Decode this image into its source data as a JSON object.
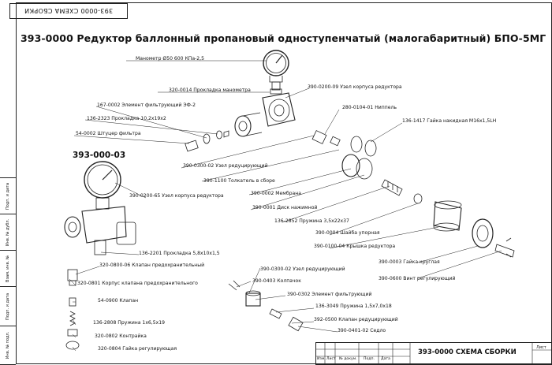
{
  "stamp_top": "393-0000 СХЕМА СБОРКИ",
  "title": "393-0000 Редуктор баллонный пропановый одноступенчатый (малогабаритный) БПО-5МГ",
  "subtitle": "393-000-03",
  "labels": [
    "Манометр Ø50 600 КПа-2,5",
    "320-0014 Прокладка манометра",
    "390-0200-09 Узел корпуса редуктора",
    "167-0002 Элемент фильтрующий ЭФ-2",
    "280-0104-01 Ниппель",
    "136-2323 Прокладка 10,2х19х2",
    "136-1417 Гайка накидная М16х1,5LH",
    "54-0002 Штуцер фильтра",
    "390-0300-02 Узел редуцирующий",
    "390-1100 Толкатель в сборе",
    "390-0200-65 Узел корпуса редуктора",
    "390-0002 Мембрана",
    "390-0001 Диск нажимной",
    "136-2852 Пружина 3,5х22х37",
    "390-0004 Шайба упорная",
    "390-0100-04 Крышка редуктора",
    "136-2201 Прокладка 5,8х10х1,5",
    "320-0800-06 Клапан предохранительный",
    "390-0003 Гайка круглая",
    "390-0300-02 Узел редуцирующий",
    "390-0600 Винт регулирующий",
    "320-0801 Корпус клапана предохранительного",
    "390-0403 Колпачок",
    "390-0302 Элемент фильтрующий",
    "54-0900 Клапан",
    "136-3049 Пружина 1,5х7,0х18",
    "392-0500 Клапан редуцирующий",
    "136-2808 Пружина 1х6,5х19",
    "390-0401-02 Седло",
    "320-0802 Контрайка",
    "320-0804 Гайка регулирующая"
  ],
  "side_strip": [
    "Подп. и дата",
    "Инв. № дубл.",
    "Взам. инв. №",
    "Подп. и дата",
    "Инв. № подл."
  ],
  "title_block": {
    "title": "393-0000 СХЕМА СБОРКИ",
    "headers": [
      "Изм.",
      "Лист",
      "№ докум.",
      "Подп.",
      "Дата"
    ],
    "sheet_label": "Лист"
  }
}
